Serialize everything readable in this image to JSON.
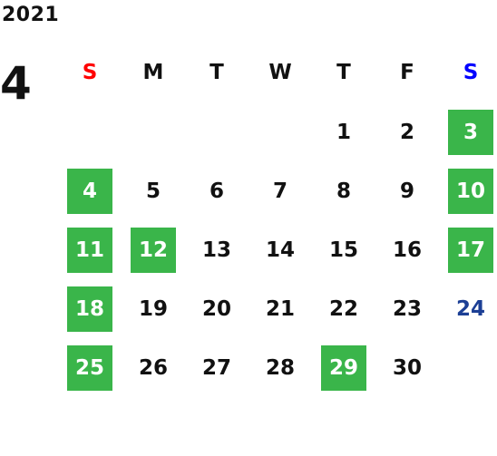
{
  "year": "2021",
  "month": "4",
  "colors": {
    "green": "#3ab54a",
    "sunday": "#ff0000",
    "saturday": "#0000ff",
    "holiday": "#1c3f95"
  },
  "weekdays": [
    {
      "label": "S",
      "color": "#ff0000"
    },
    {
      "label": "M"
    },
    {
      "label": "T"
    },
    {
      "label": "W"
    },
    {
      "label": "T"
    },
    {
      "label": "F"
    },
    {
      "label": "S",
      "color": "#0000ff"
    }
  ],
  "weeks": [
    [
      null,
      null,
      null,
      null,
      {
        "d": "1"
      },
      {
        "d": "2"
      },
      {
        "d": "3",
        "style": "green"
      }
    ],
    [
      {
        "d": "4",
        "style": "green"
      },
      {
        "d": "5"
      },
      {
        "d": "6"
      },
      {
        "d": "7"
      },
      {
        "d": "8"
      },
      {
        "d": "9"
      },
      {
        "d": "10",
        "style": "green"
      }
    ],
    [
      {
        "d": "11",
        "style": "green"
      },
      {
        "d": "12",
        "style": "green"
      },
      {
        "d": "13"
      },
      {
        "d": "14"
      },
      {
        "d": "15"
      },
      {
        "d": "16"
      },
      {
        "d": "17",
        "style": "green"
      }
    ],
    [
      {
        "d": "18",
        "style": "green"
      },
      {
        "d": "19"
      },
      {
        "d": "20"
      },
      {
        "d": "21"
      },
      {
        "d": "22"
      },
      {
        "d": "23"
      },
      {
        "d": "24",
        "style": "blue"
      }
    ],
    [
      {
        "d": "25",
        "style": "green"
      },
      {
        "d": "26"
      },
      {
        "d": "27"
      },
      {
        "d": "28"
      },
      {
        "d": "29",
        "style": "green"
      },
      {
        "d": "30"
      },
      null
    ]
  ]
}
